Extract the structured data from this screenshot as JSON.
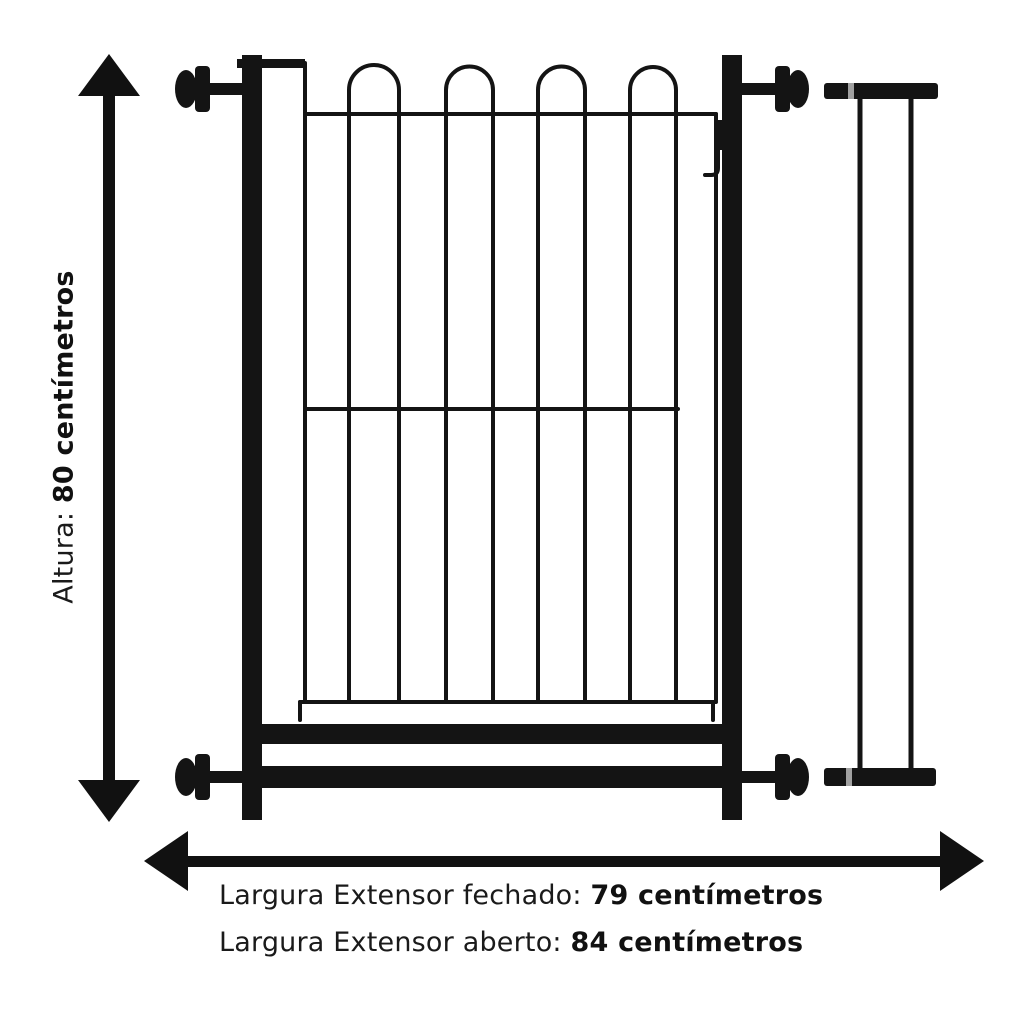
{
  "height_label": {
    "prefix": "Altura: ",
    "value": "80 centímetros"
  },
  "width_labels": [
    {
      "prefix": "Largura Extensor fechado: ",
      "value": "79 centímetros"
    },
    {
      "prefix": "Largura Extensor aberto: ",
      "value": "84 centímetros"
    }
  ],
  "colors": {
    "gate": "#141414",
    "arrow": "#111111",
    "background": "#ffffff"
  },
  "icons": {
    "gate": "pressure-mounted-safety-gate",
    "extension": "gate-extension-piece",
    "height_arrow": "double-arrow-vertical",
    "width_arrow": "double-arrow-horizontal"
  }
}
